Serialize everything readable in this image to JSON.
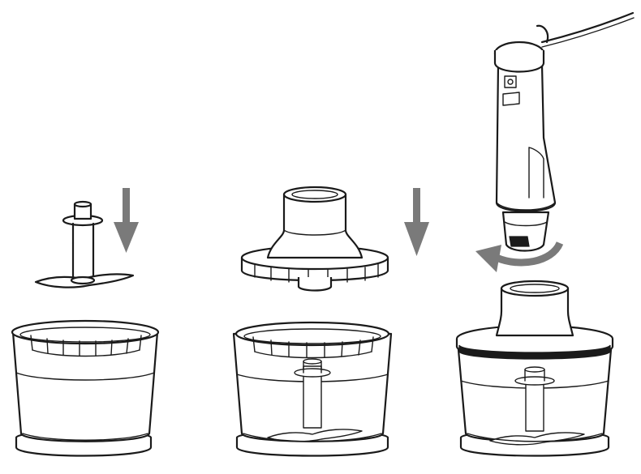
{
  "diagram": {
    "steps": [
      {
        "id": "step-1",
        "action": "insert-blade-into-bowl",
        "arrow": "down-arrow-icon"
      },
      {
        "id": "step-2",
        "action": "place-lid-on-bowl",
        "arrow": "down-arrow-icon"
      },
      {
        "id": "step-3",
        "action": "attach-motor-unit-and-twist",
        "arrow": "rotate-arrow-icon"
      }
    ]
  },
  "colors": {
    "line": "#1a1a1a",
    "arrow": "#7a7a7a",
    "background": "#ffffff"
  }
}
